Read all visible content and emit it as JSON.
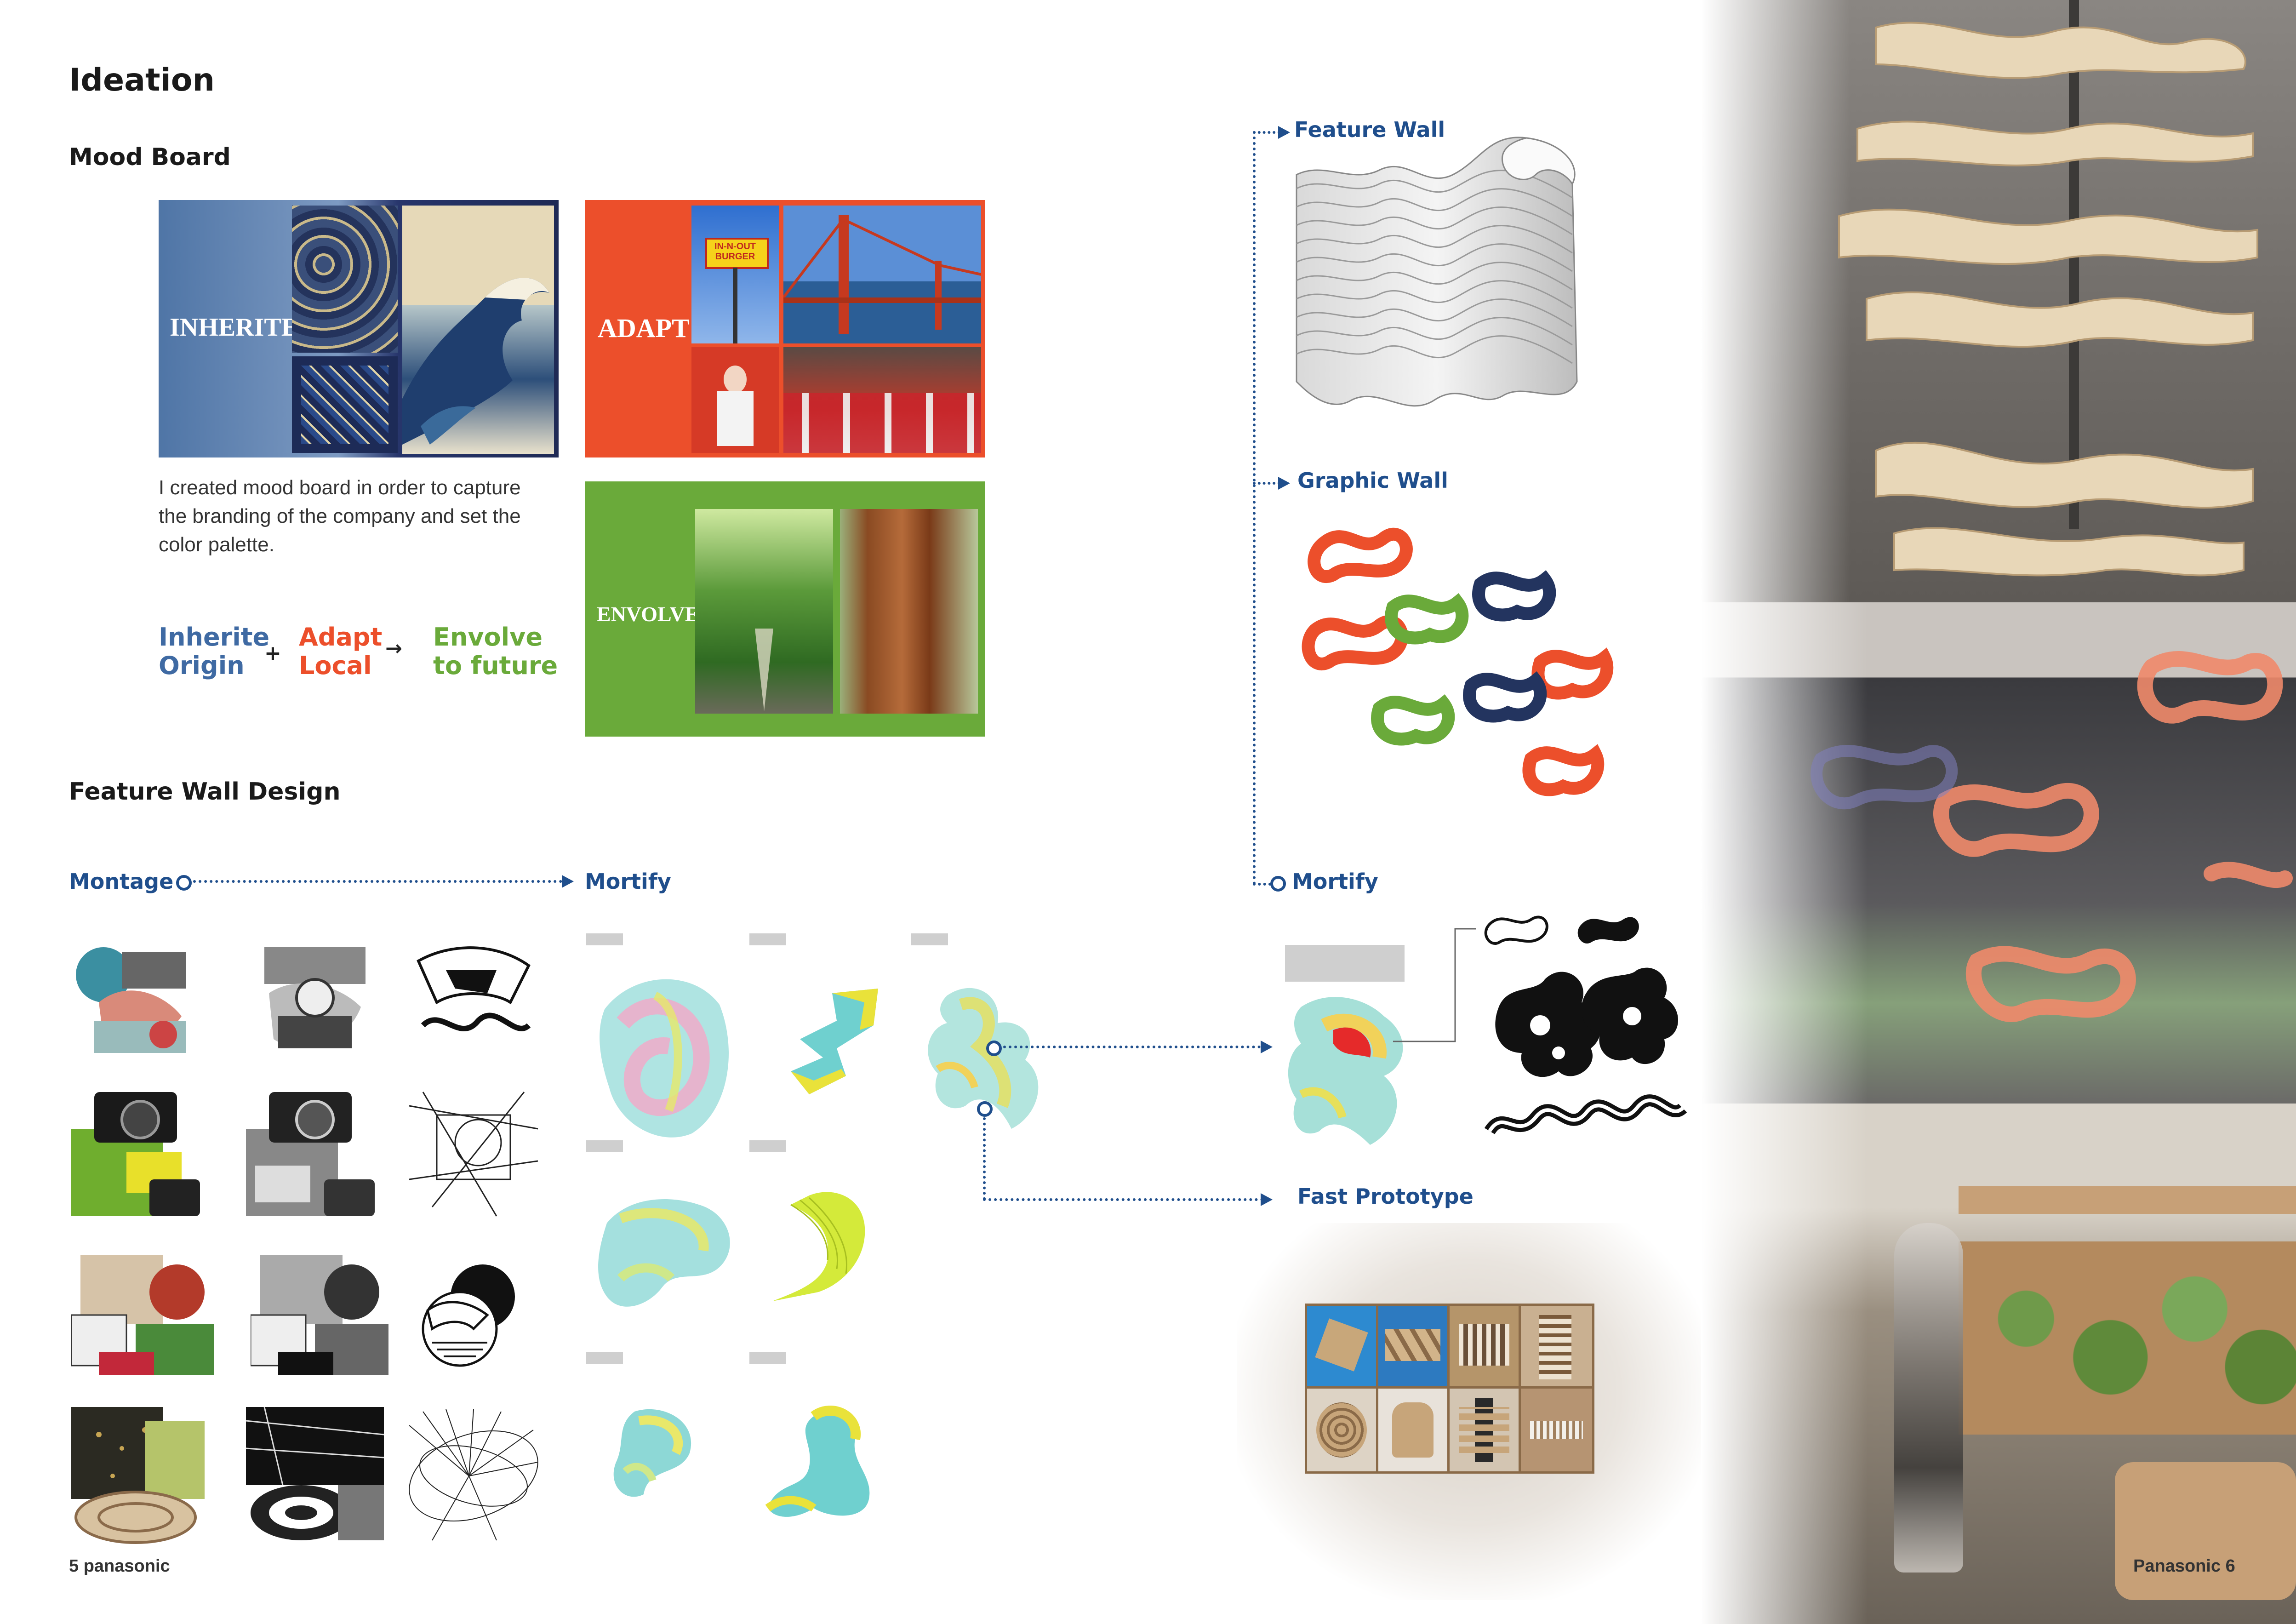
{
  "header": {
    "title": "Ideation",
    "mood_board_heading": "Mood Board",
    "feature_wall_heading": "Feature Wall Design"
  },
  "mood_board": {
    "tiles": [
      {
        "word": "INHERITE",
        "color": "#4a6fa0"
      },
      {
        "word": "ADAPT",
        "color": "#ec4f2b"
      },
      {
        "word": "ENVOLVE",
        "color": "#6aaa3a"
      }
    ],
    "adapt_sign": "IN-N-OUT BURGER",
    "description": "I created mood board in order to capture the branding of the company and set the color palette.",
    "equation": {
      "inherit": {
        "line1": "Inherite",
        "line2": "Origin",
        "color": "#3f6aa3"
      },
      "plus": "+",
      "adapt": {
        "line1": "Adapt",
        "line2": "Local",
        "color": "#ec4f2b"
      },
      "arrow": "→",
      "evolve": {
        "line1": "Envolve",
        "line2": "to future",
        "color": "#6aaa3a"
      }
    }
  },
  "flow": {
    "montage": "Montage",
    "mortify_1": "Mortify",
    "mortify_2": "Mortify",
    "feature_wall": "Feature Wall",
    "graphic_wall": "Graphic Wall",
    "fast_prototype": "Fast Prototype"
  },
  "colors": {
    "accent_blue": "#1f4e8c",
    "orange": "#ec4f2b",
    "green": "#6aaa3a",
    "navy": "#23345f"
  },
  "footer": {
    "left": "5 panasonic",
    "right": "Panasonic 6"
  }
}
